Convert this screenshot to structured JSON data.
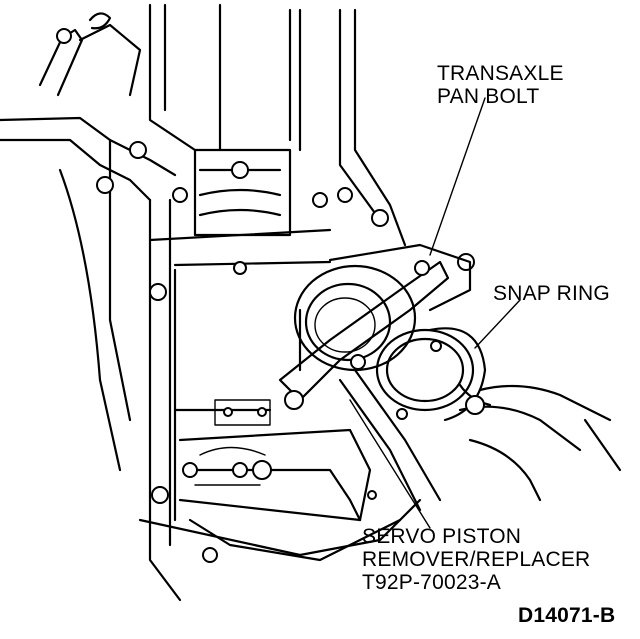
{
  "callouts": {
    "transaxle_pan_bolt": [
      "TRANSAXLE",
      "PAN BOLT"
    ],
    "snap_ring": "SNAP RING",
    "servo_tool": [
      "SERVO PISTON",
      "REMOVER/REPLACER",
      "T92P-70023-A"
    ]
  },
  "figure_id": "D14071-B"
}
